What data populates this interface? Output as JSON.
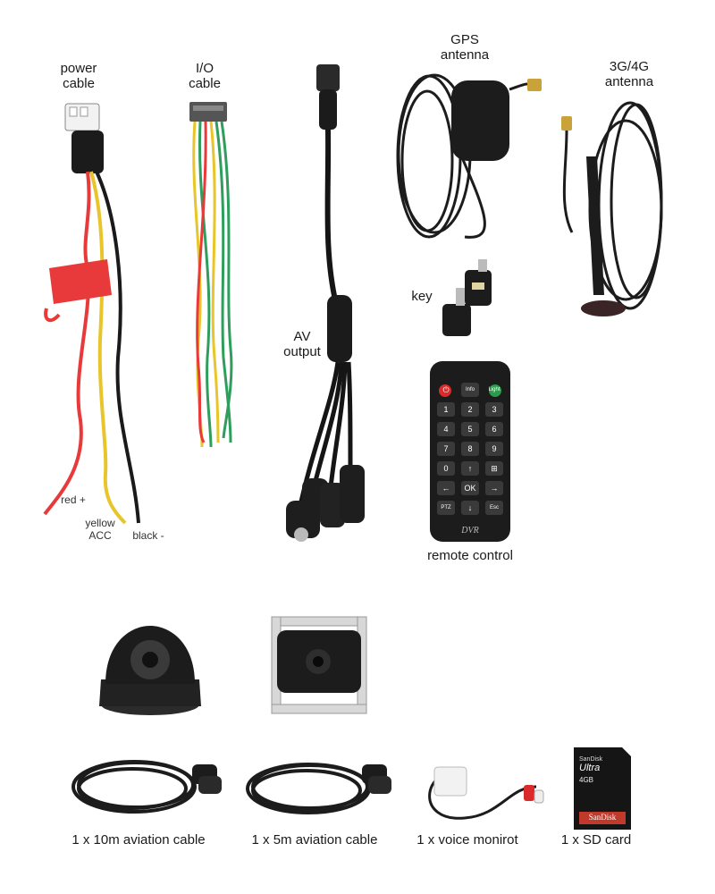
{
  "labels": {
    "power_cable": [
      "power",
      "cable"
    ],
    "io_cable": [
      "I/O",
      "cable"
    ],
    "gps_antenna": [
      "GPS",
      "antenna"
    ],
    "antenna_3g4g": [
      "3G/4G",
      "antenna"
    ],
    "key": "key",
    "av_output": [
      "AV",
      "output"
    ],
    "red_wire": "red +",
    "yellow_wire": [
      "yellow",
      "ACC"
    ],
    "black_wire": "black -",
    "remote_control": "remote control"
  },
  "remote": {
    "buttons": [
      [
        "⏻",
        "Info",
        "Light"
      ],
      [
        "1",
        "2",
        "3"
      ],
      [
        "4",
        "5",
        "6"
      ],
      [
        "7",
        "8",
        "9"
      ],
      [
        "0",
        "↑",
        "⊞"
      ],
      [
        "←",
        "OK",
        "→"
      ],
      [
        "PTZ",
        "↓",
        "Esc"
      ]
    ],
    "brand": "DVR"
  },
  "sd_card": {
    "brand_top": "SanDisk",
    "line": "Ultra",
    "capacity": "4GB",
    "brand_bottom": "SanDisk"
  },
  "captions": [
    "1 x 10m aviation cable",
    "1 x 5m aviation cable",
    "1 x voice monirot",
    "1 x SD card"
  ],
  "colors": {
    "red_wire": "#e83a3a",
    "yellow_wire": "#e8c52a",
    "black_wire": "#1a1a1a",
    "green_wire": "#2f9e5c",
    "device": "#1c1c1c"
  }
}
